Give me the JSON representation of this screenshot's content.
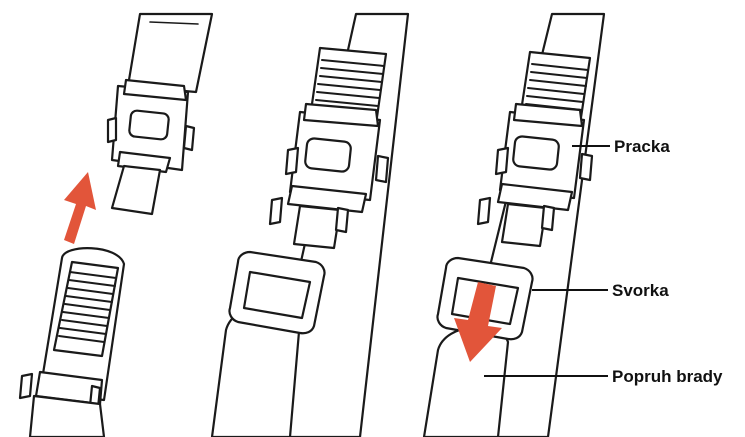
{
  "labels": {
    "buckle": "Pracka",
    "clip": "Svorka",
    "chin_strap": "Popruh brady"
  },
  "colors": {
    "arrow": "#E2553A",
    "line": "#1A1A1A",
    "background": "#FFFFFF"
  },
  "steps": [
    {
      "arrow_direction": "up"
    },
    {
      "arrow_direction": "none"
    },
    {
      "arrow_direction": "down"
    }
  ]
}
